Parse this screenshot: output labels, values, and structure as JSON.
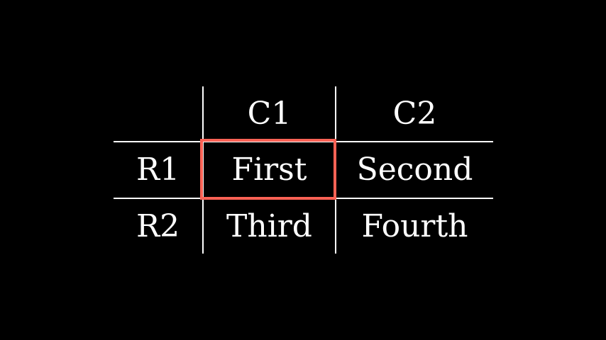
{
  "scene": {
    "background_color": "#000000"
  },
  "colors": {
    "grid_line": "#ffffff",
    "text": "#ffffff",
    "highlight_border": "#FC6255"
  },
  "chart_data": {
    "type": "table",
    "col_headers": [
      "C1",
      "C2"
    ],
    "row_headers": [
      "R1",
      "R2"
    ],
    "rows": [
      [
        "First",
        "Second"
      ],
      [
        "Third",
        "Fourth"
      ]
    ],
    "highlight": {
      "row": "R1",
      "col": "C1",
      "cell_value": "First"
    }
  }
}
